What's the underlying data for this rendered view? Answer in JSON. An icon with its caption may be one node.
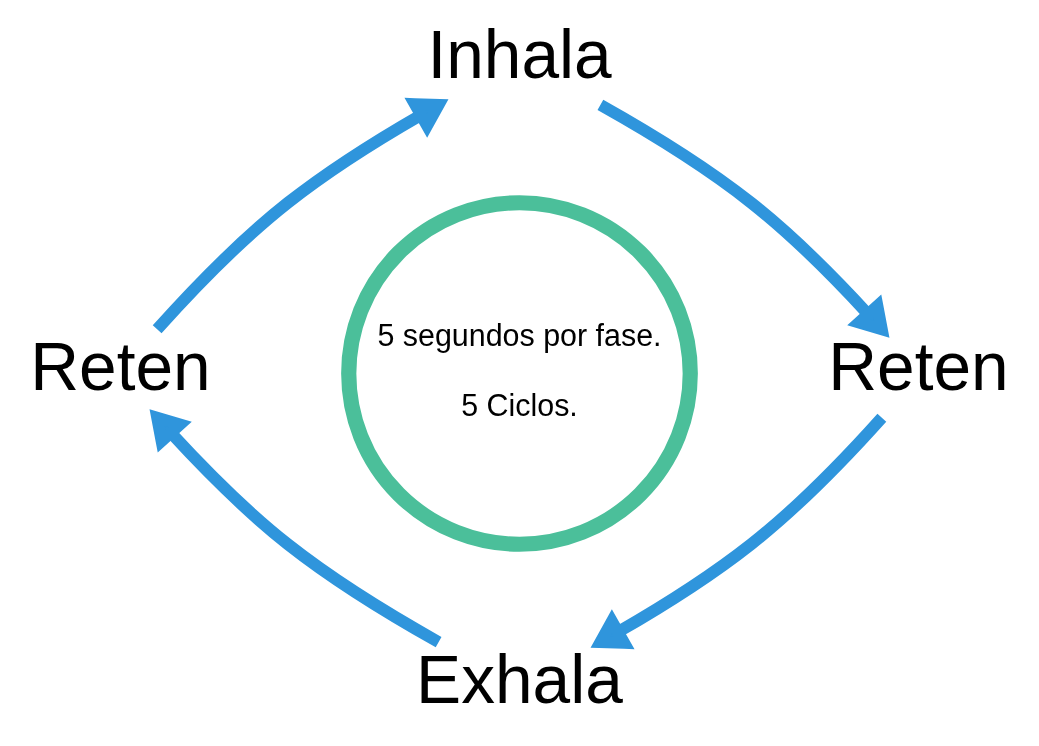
{
  "diagram": {
    "nodes": [
      {
        "text": [
          "Inhala"
        ]
      },
      {
        "text": [
          "Reten"
        ]
      },
      {
        "text": [
          "Exhala"
        ]
      },
      {
        "text": [
          "Reten"
        ]
      },
      {
        "text": [
          "5 segundos por fase.",
          "5 Ciclos."
        ]
      }
    ],
    "edges": [
      {
        "from": 3,
        "to": 0,
        "arrow": "to"
      },
      {
        "from": 0,
        "to": 1,
        "arrow": "to"
      },
      {
        "from": 1,
        "to": 2,
        "arrow": "to"
      },
      {
        "from": 2,
        "to": 3,
        "arrow": "to"
      }
    ]
  }
}
